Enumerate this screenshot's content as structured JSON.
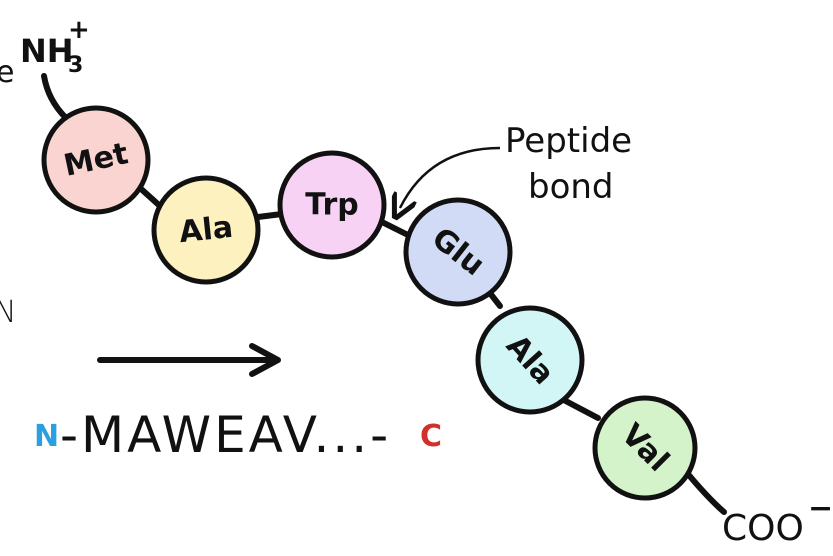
{
  "terminals": {
    "amino_group": "NH",
    "amino_subscript": "3",
    "amino_charge": "+",
    "carboxyl_group": "COO",
    "carboxyl_charge": "−",
    "clipped_left_top": "e",
    "clipped_left_mid": "N"
  },
  "residues": [
    {
      "label": "Met",
      "color": "#fad4d0"
    },
    {
      "label": "Ala",
      "color": "#fdf1bf"
    },
    {
      "label": "Trp",
      "color": "#f7d2f5"
    },
    {
      "label": "Glu",
      "color": "#d2dbf6"
    },
    {
      "label": "Ala",
      "color": "#d2f5f6"
    },
    {
      "label": "Val",
      "color": "#d5f3cb"
    }
  ],
  "annotation": {
    "line1": "Peptide",
    "line2": "bond"
  },
  "sequence": {
    "n_label": "N",
    "n_color": "#2aa0e0",
    "body": "-MAWEAV...-",
    "c_label": "C",
    "c_color": "#d0322b"
  }
}
